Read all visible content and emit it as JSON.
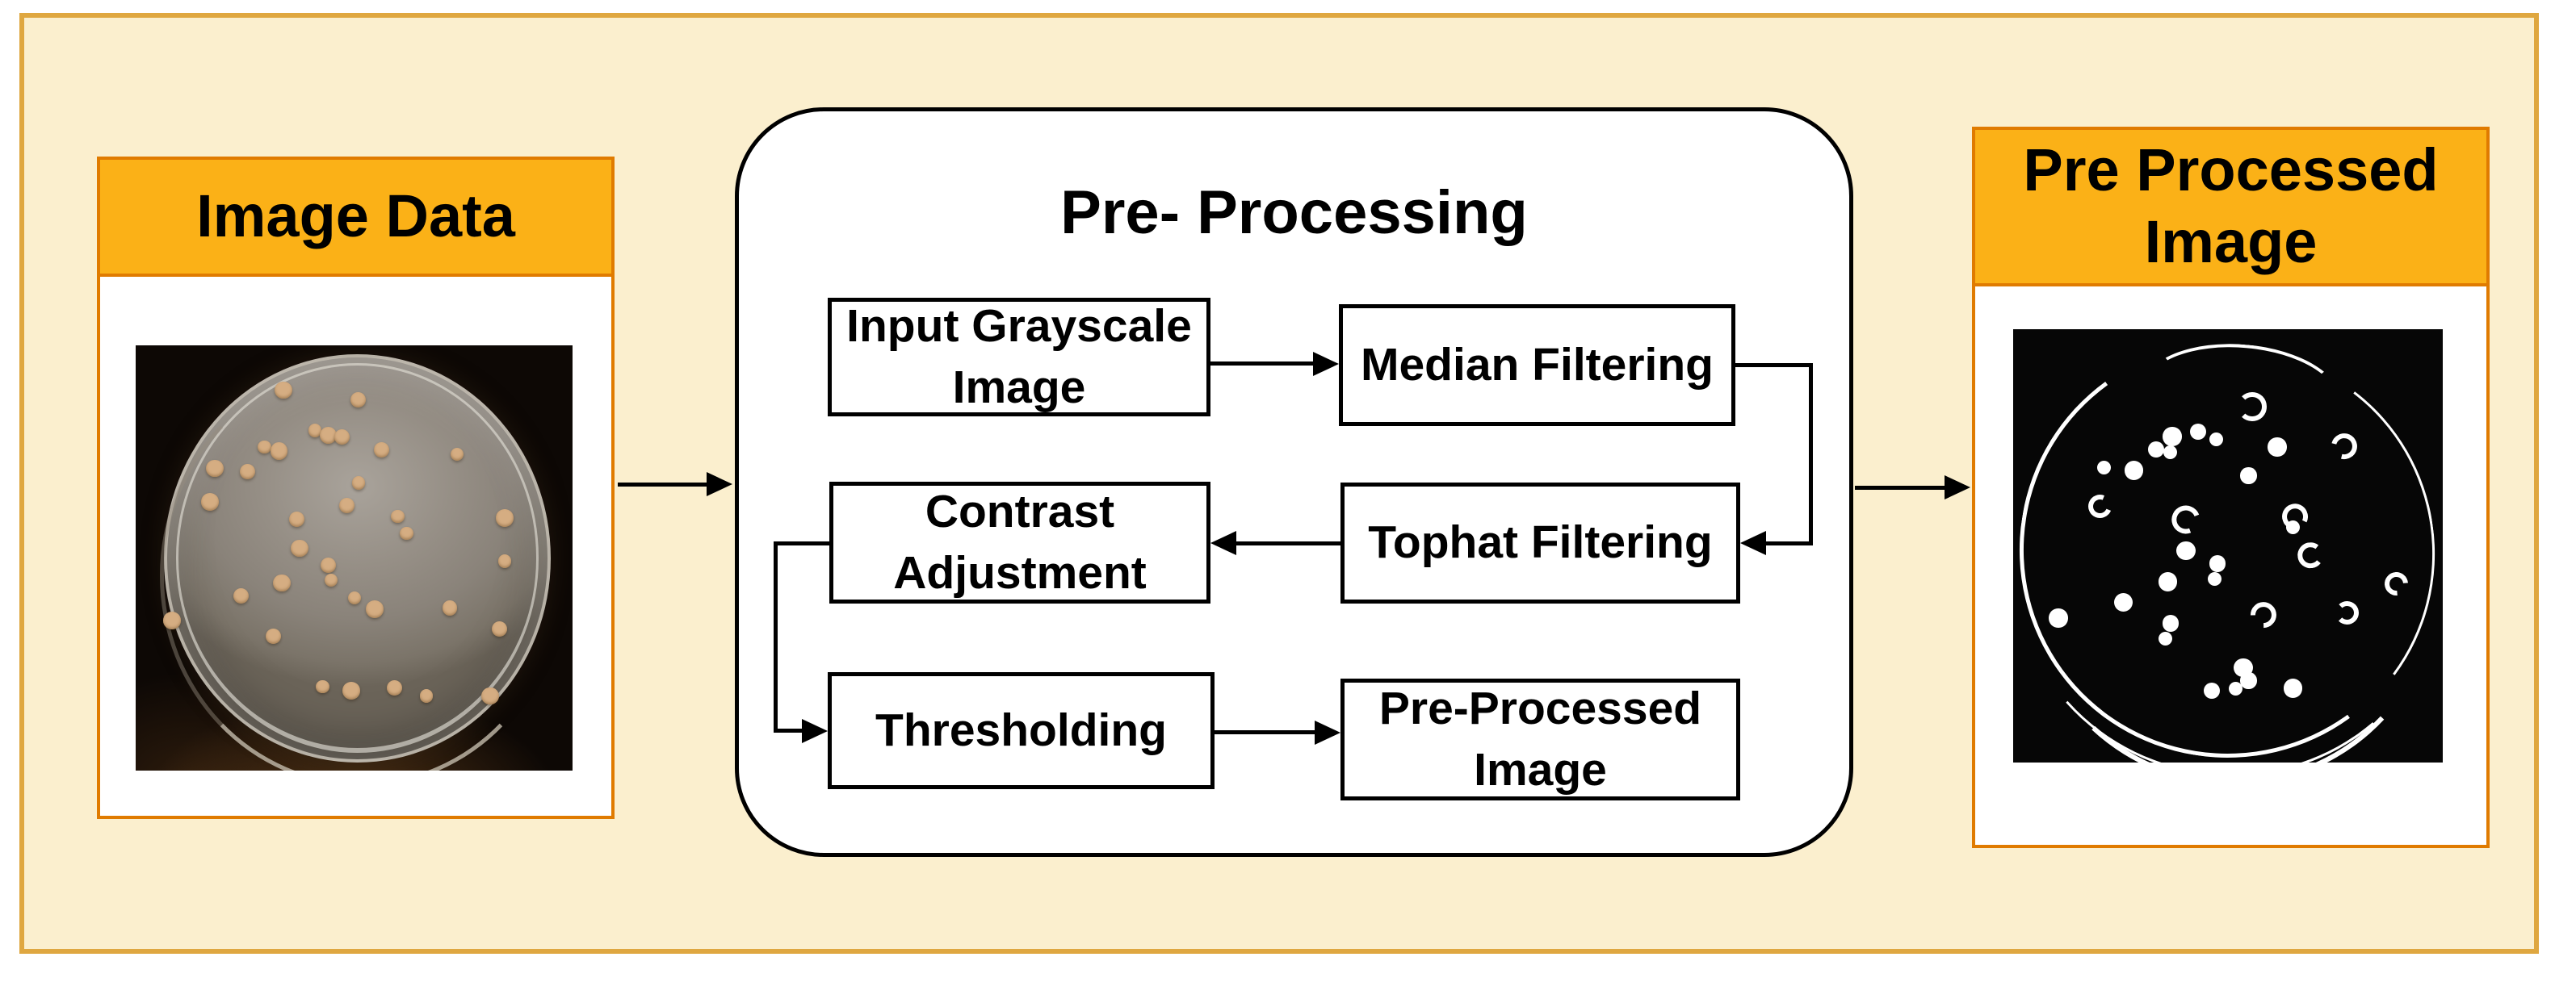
{
  "figure": {
    "type": "preprocessing-pipeline-flowchart"
  },
  "colors": {
    "cream_background": "#FBEFCE",
    "gold_frame_border": "#DFA740",
    "amber_header_fill": "#FBB117",
    "panel_border_orange": "#E07B00",
    "flow_line_black": "#000000",
    "colony_tan": "#D5AD82",
    "threshold_white": "#FFFFFF"
  },
  "left_panel": {
    "title": "Image Data"
  },
  "middle": {
    "title": "Pre- Processing",
    "boxes": [
      {
        "label": "Input Grayscale Image"
      },
      {
        "label": "Median Filtering"
      },
      {
        "label": "Contrast Adjustment"
      },
      {
        "label": "Tophat Filtering"
      },
      {
        "label": "Thresholding"
      },
      {
        "label": "Pre-Processed Image"
      }
    ]
  },
  "right_panel": {
    "title": "Pre Processed Image"
  },
  "petri_photo": {
    "colony_size_pct": 4.0,
    "colonies": [
      [
        33.8,
        10.5
      ],
      [
        51.0,
        12.8
      ],
      [
        41.1,
        20.0
      ],
      [
        44.1,
        21.1
      ],
      [
        47.3,
        21.5
      ],
      [
        29.5,
        23.8
      ],
      [
        32.8,
        24.8
      ],
      [
        56.3,
        24.5
      ],
      [
        73.5,
        25.6
      ],
      [
        18.1,
        28.9
      ],
      [
        25.6,
        29.6
      ],
      [
        51.0,
        32.3
      ],
      [
        17.0,
        36.8
      ],
      [
        48.3,
        37.6
      ],
      [
        60.0,
        40.2
      ],
      [
        84.5,
        40.6
      ],
      [
        36.8,
        40.8
      ],
      [
        62.0,
        44.1
      ],
      [
        37.5,
        47.7
      ],
      [
        44.1,
        51.6
      ],
      [
        44.8,
        55.2
      ],
      [
        33.5,
        55.8
      ],
      [
        24.2,
        58.8
      ],
      [
        50.1,
        59.4
      ],
      [
        54.7,
        62.0
      ],
      [
        71.9,
        61.7
      ],
      [
        84.5,
        50.7
      ],
      [
        8.3,
        64.7
      ],
      [
        31.5,
        68.4
      ],
      [
        42.8,
        80.2
      ],
      [
        49.4,
        81.2
      ],
      [
        59.3,
        80.5
      ],
      [
        66.6,
        82.4
      ],
      [
        81.2,
        82.4
      ],
      [
        83.2,
        66.6
      ]
    ]
  },
  "processed_image": {
    "mark_size_pct": 4.4,
    "marks": [
      [
        54.5,
        16.8,
        1
      ],
      [
        43.0,
        23.6,
        0
      ],
      [
        47.3,
        25.4,
        0
      ],
      [
        37.0,
        24.8,
        0
      ],
      [
        33.3,
        27.8,
        0
      ],
      [
        36.6,
        28.5,
        0
      ],
      [
        61.5,
        27.2,
        0
      ],
      [
        76.0,
        26.0,
        1
      ],
      [
        21.2,
        32.0,
        0
      ],
      [
        28.1,
        32.6,
        0
      ],
      [
        54.8,
        33.8,
        0
      ],
      [
        19.0,
        39.8,
        1
      ],
      [
        39.0,
        42.8,
        1
      ],
      [
        64.5,
        42.2,
        1
      ],
      [
        65.1,
        45.7,
        0
      ],
      [
        40.2,
        51.1,
        0
      ],
      [
        47.5,
        54.1,
        0
      ],
      [
        46.9,
        57.7,
        0
      ],
      [
        36.0,
        58.3,
        0
      ],
      [
        68.1,
        51.1,
        1
      ],
      [
        88.1,
        57.7,
        1
      ],
      [
        25.7,
        63.1,
        0
      ],
      [
        57.2,
        64.9,
        1
      ],
      [
        76.6,
        64.3,
        1
      ],
      [
        10.5,
        66.7,
        0
      ],
      [
        36.6,
        67.9,
        0
      ],
      [
        35.4,
        71.5,
        0
      ],
      [
        53.6,
        78.1,
        0
      ],
      [
        46.3,
        83.5,
        0
      ],
      [
        51.8,
        82.9,
        0
      ],
      [
        65.1,
        82.9,
        0
      ],
      [
        54.8,
        81.1,
        0
      ]
    ]
  }
}
